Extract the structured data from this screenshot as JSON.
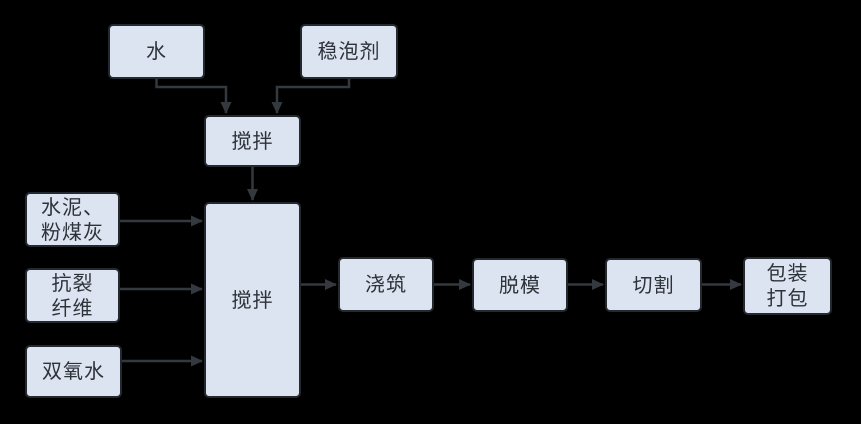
{
  "diagram": {
    "type": "flowchart",
    "colors": {
      "background": "#000000",
      "node_fill": "#dce4f1",
      "node_border": "#24282f",
      "node_text": "#2e3239",
      "arrow": "#34383f"
    },
    "nodes": {
      "water": "水",
      "foam_stabilizer": "稳泡剂",
      "premix": "搅拌",
      "cement_fly_ash": "水泥、\n粉煤灰",
      "anti_crack_fiber": "抗裂\n纤维",
      "hydrogen_peroxide": "双氧水",
      "main_mix": "搅拌",
      "pouring": "浇筑",
      "demolding": "脱模",
      "cutting": "切割",
      "packing": "包装\n打包"
    },
    "edges": [
      {
        "from": "water",
        "to": "premix"
      },
      {
        "from": "foam_stabilizer",
        "to": "premix"
      },
      {
        "from": "premix",
        "to": "main_mix"
      },
      {
        "from": "cement_fly_ash",
        "to": "main_mix"
      },
      {
        "from": "anti_crack_fiber",
        "to": "main_mix"
      },
      {
        "from": "hydrogen_peroxide",
        "to": "main_mix"
      },
      {
        "from": "main_mix",
        "to": "pouring"
      },
      {
        "from": "pouring",
        "to": "demolding"
      },
      {
        "from": "demolding",
        "to": "cutting"
      },
      {
        "from": "cutting",
        "to": "packing"
      }
    ]
  }
}
